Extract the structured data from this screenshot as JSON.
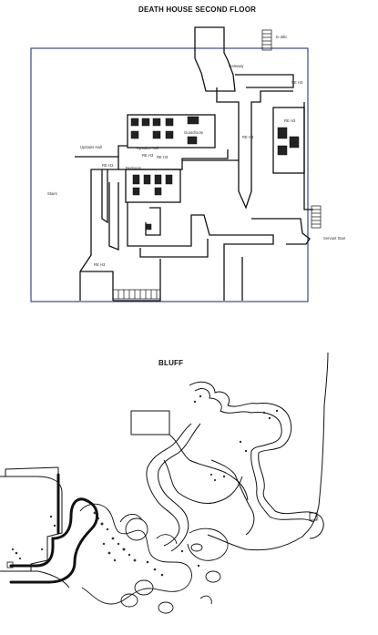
{
  "maps": [
    {
      "title": "DEATH HOUSE SECOND FLOOR",
      "labels": {
        "rope": "Gateway",
        "hall1": "RE H3",
        "hall2": "RE H3",
        "hall3": "RE H3",
        "hall4": "RE H3",
        "hall5": "RE H3",
        "hall6": "RE H3",
        "hall7": "RE H3",
        "note1": "Upstairs Hall",
        "note2": "Upstairs Hall",
        "note3": "Guardroom",
        "note4": "Bedroom",
        "exit_left": "Stairs",
        "exit_right": "Servant Stair",
        "upper_right": "to attic"
      }
    },
    {
      "title": "BLUFF"
    }
  ]
}
